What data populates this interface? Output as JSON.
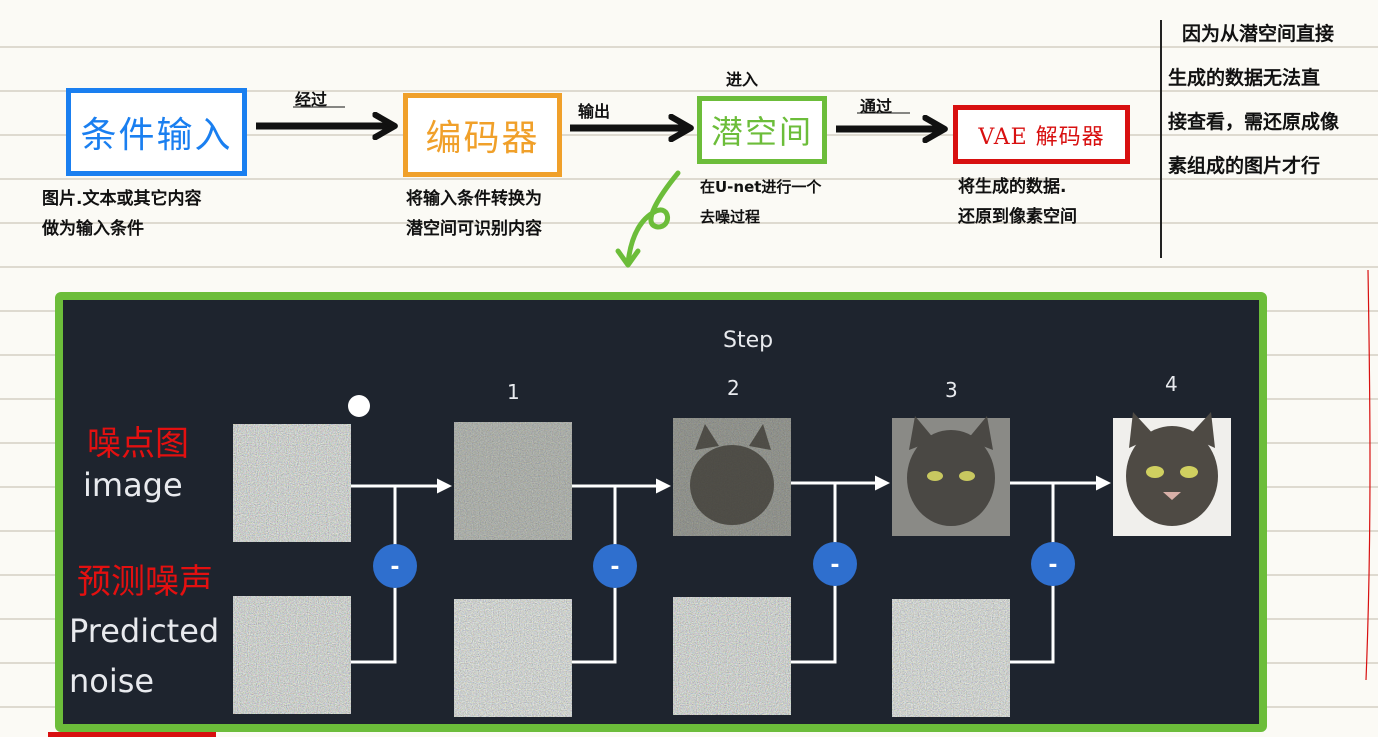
{
  "flow": {
    "boxes": {
      "cond": "条件输入",
      "encoder": "编码器",
      "latent": "潜空间",
      "vae": "VAE 解码器"
    },
    "arrows": {
      "a1": "经过",
      "a2": "输出",
      "a3": "通过",
      "enter": "进入"
    },
    "notes": {
      "cond_l1": "图片.文本或其它内容",
      "cond_l2": "做为输入条件",
      "enc_l1": "将输入条件转换为",
      "enc_l2": "潜空间可识别内容",
      "latent_l1": "在U-net进行一个",
      "latent_l2": "去噪过程",
      "vae_l1": "将生成的数据.",
      "vae_l2": "还原到像素空间"
    },
    "side_note": {
      "l1": "因为从潜空间直接",
      "l2": "生成的数据无法直",
      "l3": "接查看，需还原成像",
      "l4": "素组成的图片才行"
    }
  },
  "panel": {
    "step_title": "Step",
    "steps": [
      "1",
      "2",
      "3",
      "4"
    ],
    "image_label": "image",
    "image_label_cn": "噪点图",
    "noise_label_l1": "Predicted",
    "noise_label_l2": "noise",
    "noise_label_cn": "预测噪声",
    "minus": "-"
  },
  "colors": {
    "blue": "#1a7ff0",
    "orange": "#f0a02a",
    "green": "#6cbd3a",
    "red": "#d81010",
    "panel_bg": "#1e242e",
    "minus_circle": "#2f6fce"
  }
}
